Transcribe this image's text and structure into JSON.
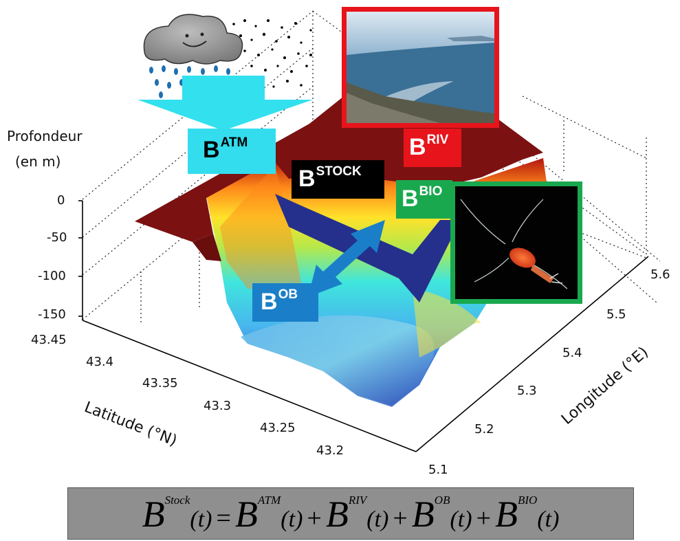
{
  "axes": {
    "depth_label_line1": "Profondeur",
    "depth_label_line2": "(en m)",
    "latitude_label": "Latitude (°N)",
    "longitude_label": "Longitude (°E)",
    "depth_ticks": [
      "0",
      "-50",
      "-100",
      "-150"
    ],
    "latitude_ticks": [
      "43.45",
      "43.4",
      "43.35",
      "43.3",
      "43.25",
      "43.2"
    ],
    "longitude_ticks": [
      "5.1",
      "5.2",
      "5.3",
      "5.4",
      "5.5",
      "5.6"
    ]
  },
  "flux_labels": {
    "atm": {
      "base": "B",
      "sup": "ATM",
      "color": "#33ddee"
    },
    "riv": {
      "base": "B",
      "sup": "RIV",
      "color": "#e8141b"
    },
    "stock": {
      "base": "B",
      "sup": "STOCK",
      "color": "#000000"
    },
    "bio": {
      "base": "B",
      "sup": "BIO",
      "color": "#1aa84f"
    },
    "ob": {
      "base": "B",
      "sup": "OB",
      "color": "#1a7fc8"
    }
  },
  "equation": {
    "lhs": {
      "base": "B",
      "sup": "Stock",
      "arg": "(t)"
    },
    "equals": "=",
    "plus": "+",
    "terms": [
      {
        "base": "B",
        "sup": "ATM",
        "arg": "(t)"
      },
      {
        "base": "B",
        "sup": "RIV",
        "arg": "(t)"
      },
      {
        "base": "B",
        "sup": "OB",
        "arg": "(t)"
      },
      {
        "base": "B",
        "sup": "BIO",
        "arg": "(t)"
      }
    ]
  },
  "colors": {
    "land": "#7b1111",
    "arrow_atm": "#33e0ee",
    "arrow_dark": "#25308c",
    "arrow_ob": "#1a7fc8",
    "photo_frame_riv": "#e8141b",
    "photo_frame_bio": "#1aa84f",
    "equation_bg": "#8f8f8f"
  },
  "icons": [
    "rain-cloud-icon",
    "aerosol-dots-icon",
    "coastal-photo",
    "copepod-photo"
  ]
}
